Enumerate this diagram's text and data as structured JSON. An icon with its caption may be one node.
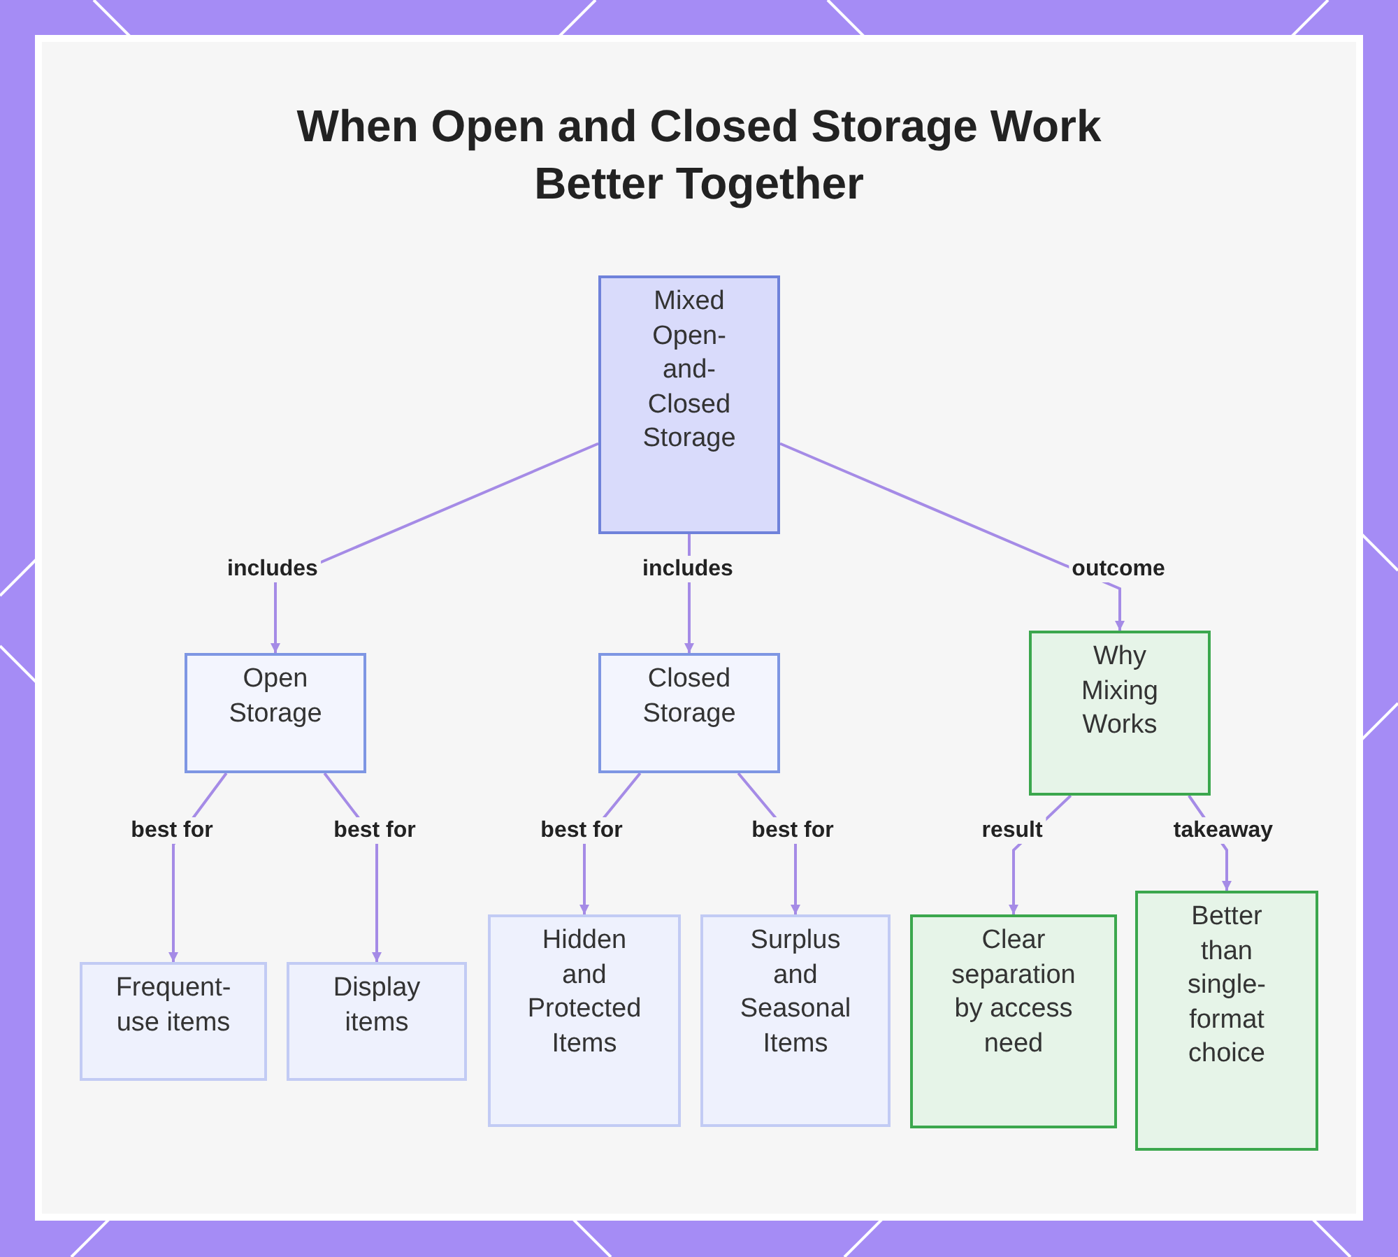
{
  "diagram": {
    "title": "When Open and Closed Storage Work Better Together",
    "nodes": [
      {
        "text": [
          "Mixed Open-and-Closed Storage"
        ]
      },
      {
        "text": [
          "Open Storage"
        ]
      },
      {
        "text": [
          "Closed Storage"
        ]
      },
      {
        "text": [
          "Why Mixing Works"
        ]
      },
      {
        "text": [
          "Frequent-use items"
        ]
      },
      {
        "text": [
          "Display items"
        ]
      },
      {
        "text": [
          "Hidden and Protected Items"
        ]
      },
      {
        "text": [
          "Surplus and Seasonal Items"
        ]
      },
      {
        "text": [
          "Clear separation by access need"
        ]
      },
      {
        "text": [
          "Better than single-format choice"
        ]
      }
    ],
    "edges": [
      {
        "from": 0,
        "to": 1,
        "arrow": "to",
        "label": "includes"
      },
      {
        "from": 0,
        "to": 2,
        "arrow": "to",
        "label": "includes"
      },
      {
        "from": 0,
        "to": 3,
        "arrow": "to",
        "label": "outcome"
      },
      {
        "from": 1,
        "to": 4,
        "arrow": "to",
        "label": "best for"
      },
      {
        "from": 1,
        "to": 5,
        "arrow": "to",
        "label": "best for"
      },
      {
        "from": 2,
        "to": 6,
        "arrow": "to",
        "label": "best for"
      },
      {
        "from": 2,
        "to": 7,
        "arrow": "to",
        "label": "best for"
      },
      {
        "from": 3,
        "to": 8,
        "arrow": "to",
        "label": "result"
      },
      {
        "from": 3,
        "to": 9,
        "arrow": "to",
        "label": "takeaway"
      }
    ]
  }
}
